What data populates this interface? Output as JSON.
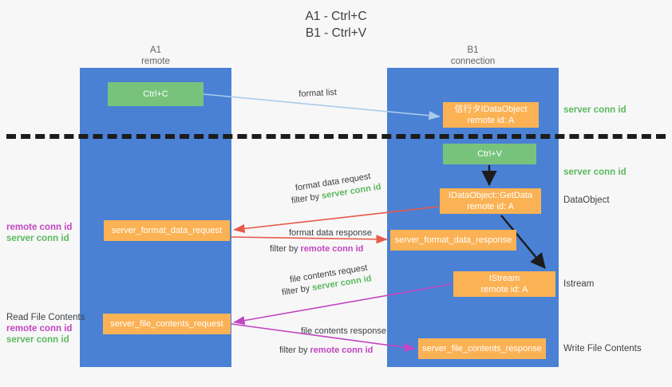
{
  "title": "A1 - Ctrl+C\nB1 - Ctrl+V",
  "columns": [
    {
      "id": "a1",
      "name": "A1",
      "role": "remote",
      "header": "A1\nremote"
    },
    {
      "id": "b1",
      "name": "B1",
      "role": "connection",
      "header": "B1\nconnection"
    }
  ],
  "nodes": {
    "ctrl_c": "Ctrl+C",
    "idataobject": "信行タIDataObject\nremote id: A",
    "ctrl_v": "Ctrl+V",
    "getdata": "IDataObject::GetData\nremote id: A",
    "server_format_data_request": "server_format_data_request",
    "server_format_data_response": "server_format_data_response",
    "istream": "IStream\nremote id: A",
    "server_file_contents_request": "server_file_contents_request",
    "server_file_contents_response": "server_file_contents_response"
  },
  "side_labels": {
    "server_conn_id_1": "server conn id",
    "server_conn_id_2": "server conn id",
    "dataobject": "DataObject",
    "istream": "Istream",
    "write_file_contents": "Write File Contents"
  },
  "left_labels": {
    "middle": {
      "remote": "remote conn id",
      "server": "server conn id"
    },
    "bottom": {
      "heading": "Read File Contents",
      "remote": "remote conn id",
      "server": "server conn id"
    }
  },
  "edge_labels": {
    "format_list": "format list",
    "format_data_request": "format data request",
    "format_data_request_filter_prefix": "filter by ",
    "format_data_request_filter_value": "server conn id",
    "format_data_response": "format data response",
    "format_data_response_filter_prefix": "filter by ",
    "format_data_response_filter_value": "remote conn id",
    "file_contents_request": "file contents request",
    "file_contents_request_filter_prefix": "filter by ",
    "file_contents_request_filter_value": "server conn id",
    "file_contents_response": "file contents response",
    "file_contents_response_filter_prefix": "filter by ",
    "file_contents_response_filter_value": "remote conn id"
  },
  "colors": {
    "lane": "#4a81d4",
    "node_green": "#78c37c",
    "node_orange": "#fbb254",
    "server_conn_id": "#5cb860",
    "remote_conn_id": "#c146c1",
    "arrow_format_list": "#a9cbeb",
    "arrow_format_data": "#e8594a",
    "arrow_file_contents": "#c146c1",
    "arrow_internal": "#1c1c1c",
    "divider": "#1c1c1c",
    "background": "#f7f7f7"
  }
}
